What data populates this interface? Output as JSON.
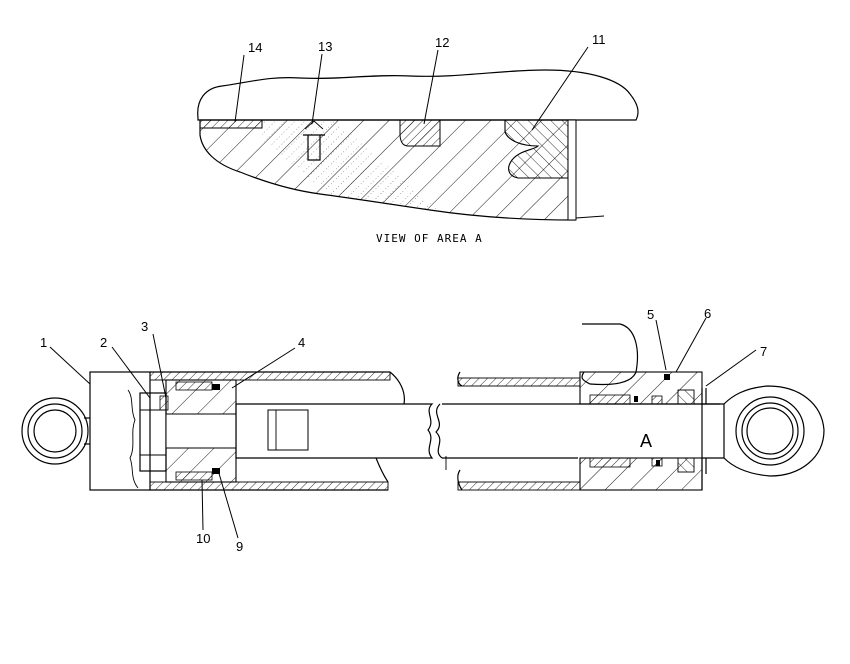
{
  "detail_view": {
    "caption": "VIEW OF AREA A",
    "callouts": [
      "14",
      "13",
      "12",
      "11"
    ]
  },
  "main_view": {
    "area_marker": "A",
    "callouts": [
      "1",
      "2",
      "3",
      "4",
      "5",
      "6",
      "7",
      "10",
      "9"
    ]
  }
}
